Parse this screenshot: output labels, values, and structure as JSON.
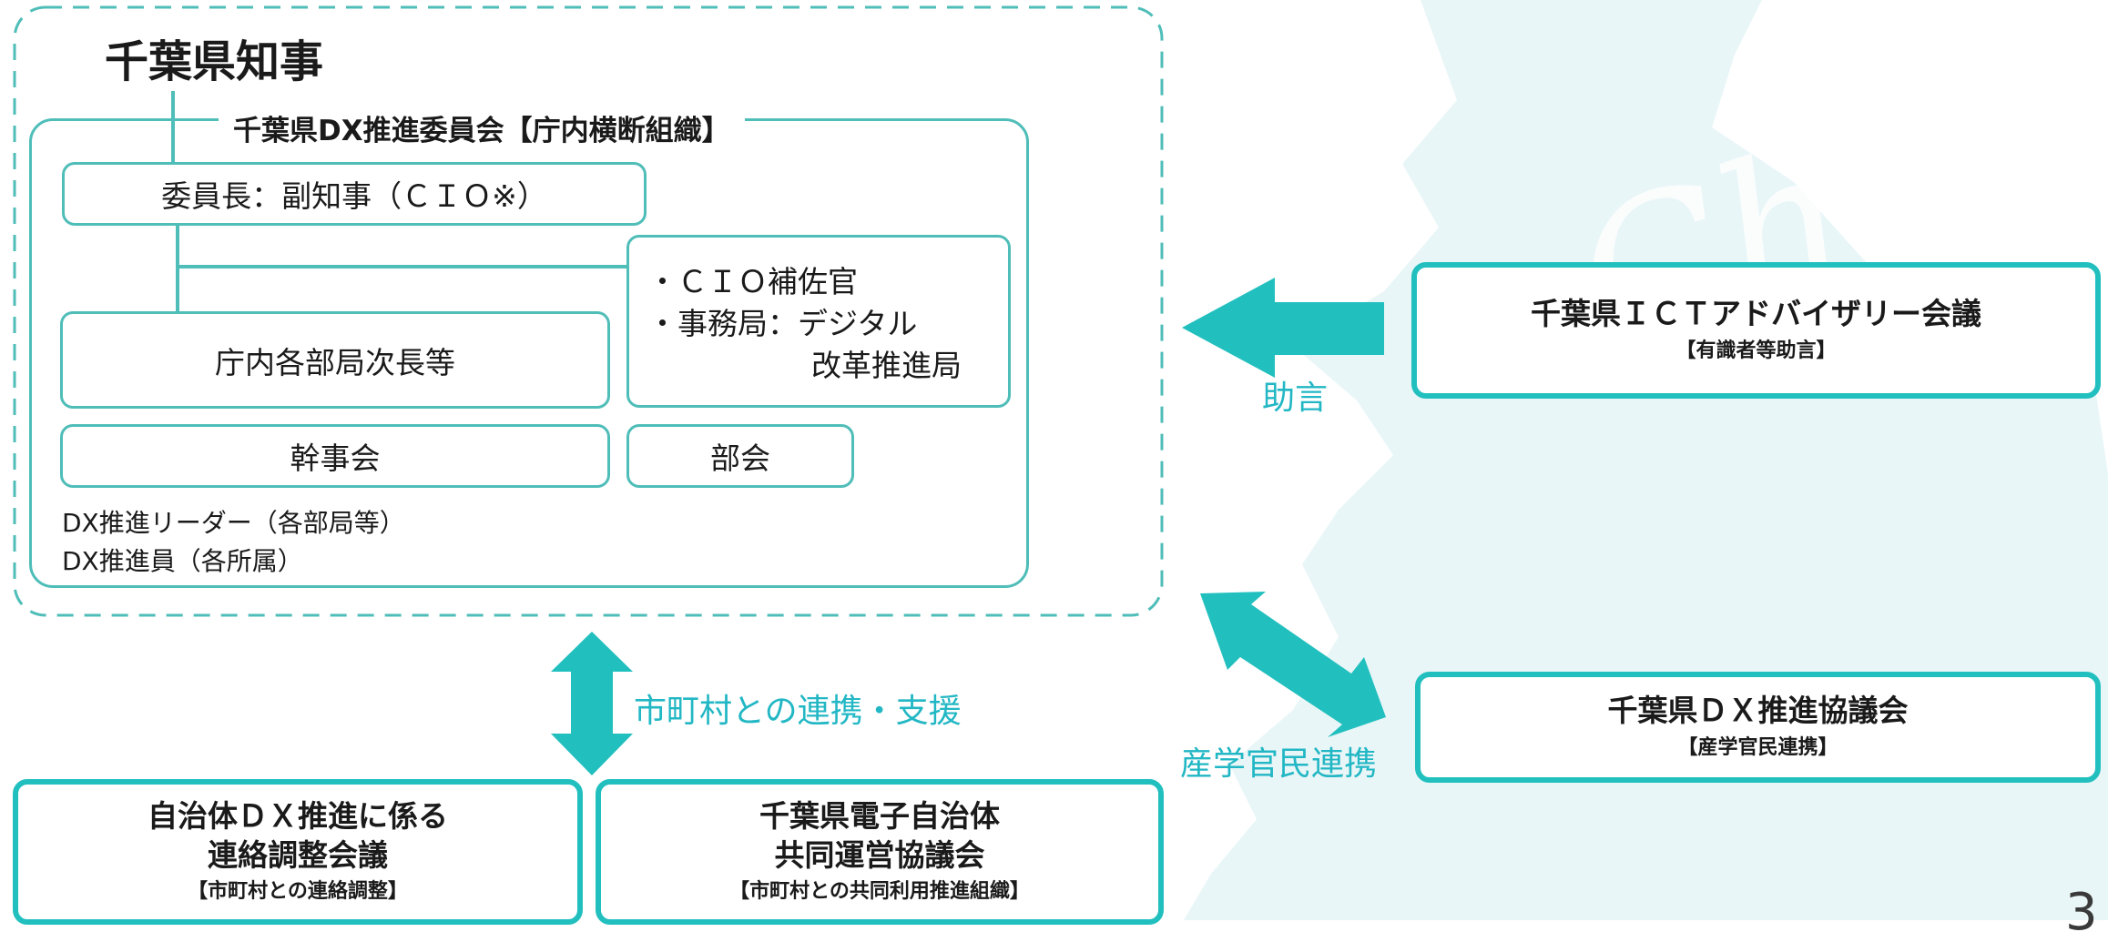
{
  "map_bg": {
    "watermark": "Chiba"
  },
  "governor": {
    "title": "千葉県知事"
  },
  "committee": {
    "title": "千葉県DX推進委員会【庁内横断組織】",
    "chair_label": "委員長：副知事（ＣＩＯ※）",
    "cio_support": [
      "・ＣＩＯ補佐官",
      "・事務局：デジタル",
      "改革推進局"
    ],
    "dept_heads": "庁内各部局次長等",
    "executive_board": "幹事会",
    "subcommittee": "部会",
    "leaders": [
      "DX推進リーダー（各部局等）",
      "DX推進員（各所属）"
    ]
  },
  "ict_advisory": {
    "title": "千葉県ＩＣＴアドバイザリー会議",
    "subtitle": "【有識者等助言】"
  },
  "advice_label": "助言",
  "dx_council": {
    "title": "千葉県ＤＸ推進協議会",
    "subtitle": "【産学官民連携】"
  },
  "partnership_label": "産学官民連携",
  "municipal_label": "市町村との連携・支援",
  "coordination_meeting": {
    "title_lines": [
      "自治体ＤＸ推進に係る",
      "連絡調整会議"
    ],
    "subtitle": "【市町村との連絡調整】"
  },
  "e_gov_council": {
    "title_lines": [
      "千葉県電子自治体",
      "共同運営協議会"
    ],
    "subtitle": "【市町村との共同利用推進組織】"
  },
  "page_number": "3",
  "colors": {
    "teal": "#22bfbf",
    "line_teal": "#4fbdb8",
    "map": "#e9f6f7",
    "label_teal": "#22b7c4"
  }
}
